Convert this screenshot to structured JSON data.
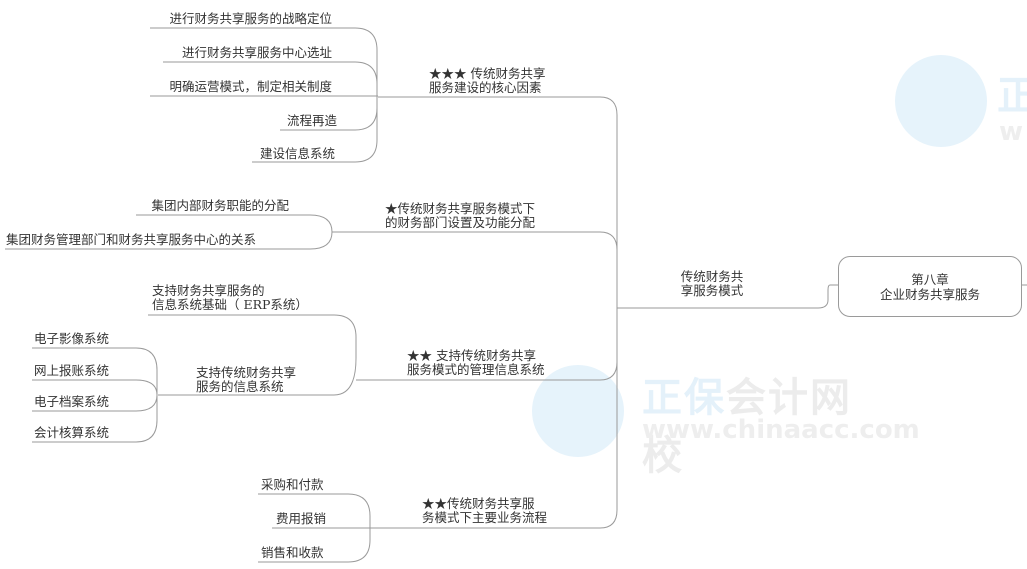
{
  "root": {
    "line1": "第八章",
    "line2": "企业财务共享服务"
  },
  "main_topic": {
    "line1": "传统财务共",
    "line2": "享服务模式"
  },
  "branches": [
    {
      "line1": "★★★ 传统财务共享",
      "line2": "服务建设的核心因素",
      "children": [
        "进行财务共享服务的战略定位",
        "进行财务共享服务中心选址",
        "明确运营模式，制定相关制度",
        "流程再造",
        "建设信息系统"
      ]
    },
    {
      "line1": "★传统财务共享服务模式下",
      "line2": "的财务部门设置及功能分配",
      "children": [
        "集团内部财务职能的分配",
        "集团财务管理部门和财务共享服务中心的关系"
      ]
    },
    {
      "line1": "★★ 支持传统财务共享",
      "line2": "服务模式的管理信息系统",
      "children": [
        {
          "line1": "支持财务共享服务的",
          "line2": "信息系统基础（ ERP系统）"
        },
        {
          "line1": "支持传统财务共享",
          "line2": "服务的信息系统",
          "children": [
            "电子影像系统",
            "网上报账系统",
            "电子档案系统",
            "会计核算系统"
          ]
        }
      ]
    },
    {
      "line1": "★★传统财务共享服",
      "line2": "务模式下主要业务流程",
      "children": [
        "采购和付款",
        "费用报销",
        "销售和收款"
      ]
    }
  ],
  "watermark": {
    "brand_blue": "正保",
    "brand_grey": "会计网校",
    "url": "www.chinaacc.com",
    "top_right_partial_cn": "正",
    "top_right_partial_url": "w"
  },
  "colors": {
    "line": "#9a9a9a",
    "text": "#333333",
    "watermark_blue": "#e4f1fa"
  }
}
